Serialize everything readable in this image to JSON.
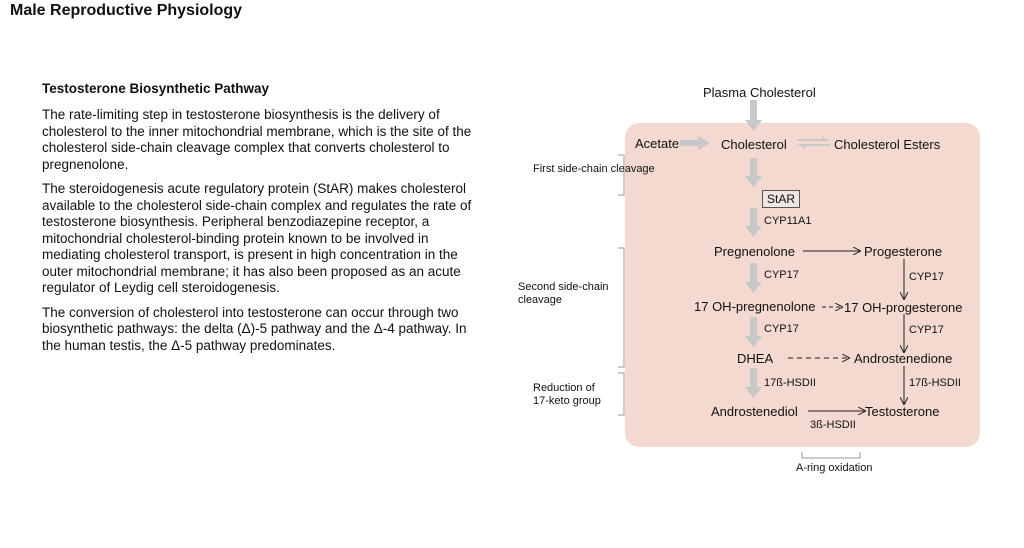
{
  "page": {
    "title": "Male Reproductive Physiology"
  },
  "content": {
    "heading": "Testosterone Biosynthetic Pathway",
    "paragraphs": [
      "The rate-limiting step in testosterone biosynthesis is the delivery of cholesterol to the inner mitochondrial membrane, which is the site of the cholesterol side-chain cleavage complex that converts cholesterol to pregnenolone.",
      "The steroidogenesis acute regulatory protein (StAR) makes cholesterol available to the cholesterol side-chain complex and regulates the rate of testosterone biosynthesis. Peripheral benzodiazepine receptor, a mitochondrial cholesterol-binding protein known to be involved in mediating cholesterol transport, is present in high concentration in the outer mitochondrial membrane; it has also been proposed as an acute regulator of Leydig cell steroidogenesis.",
      "The conversion of cholesterol into testosterone can occur through two biosynthetic pathways: the delta (Δ)-5 pathway and the Δ-4 pathway. In the human testis, the Δ-5 pathway predominates."
    ]
  },
  "diagram": {
    "colors": {
      "panel": "#f3d9cf",
      "arrow_thick": "#c8c8c8",
      "line": "#222222"
    },
    "nodes": {
      "plasma_cholesterol": "Plasma Cholesterol",
      "acetate": "Acetate",
      "cholesterol": "Cholesterol",
      "cholesterol_esters": "Cholesterol Esters",
      "star": "StAR",
      "pregnenolone": "Pregnenolone",
      "progesterone": "Progesterone",
      "oh_pregnenolone": "17 OH-pregnenolone",
      "oh_progesterone": "17 OH-progesterone",
      "dhea": "DHEA",
      "androstenedione": "Androstenedione",
      "androstenediol": "Androstenediol",
      "testosterone": "Testosterone"
    },
    "enzymes": {
      "cyp11a1": "CYP11A1",
      "cyp17_left_1": "CYP17",
      "cyp17_left_2": "CYP17",
      "cyp17_right_1": "CYP17",
      "cyp17_right_2": "CYP17",
      "hsd17_left": "17ß-HSDII",
      "hsd17_right": "17ß-HSDII",
      "hsd3": "3ß-HSDII"
    },
    "side_labels": {
      "first_cleavage": "First side-chain cleavage",
      "second_cleavage": "Second side-chain cleavage",
      "reduction": "Reduction of 17-keto group",
      "a_ring": "A-ring oxidation"
    }
  }
}
